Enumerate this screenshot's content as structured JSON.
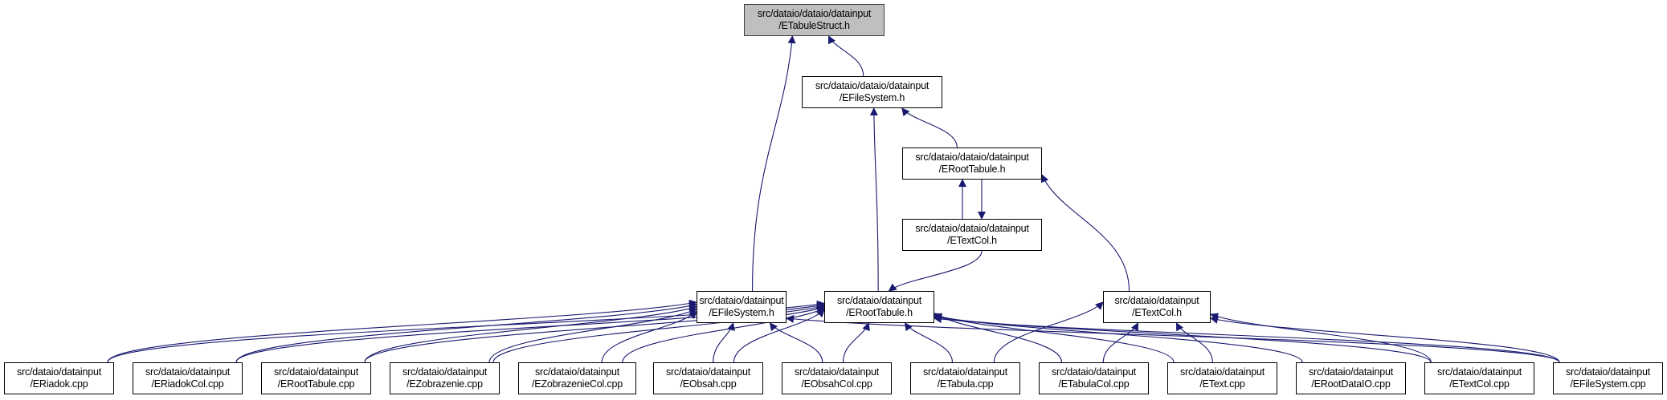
{
  "graph": {
    "title": "Include dependency graph",
    "edge_color": "#191970",
    "root_fill": "#bfbfbf",
    "nodes": [
      {
        "id": "n0",
        "line1": "src/dataio/dataio/datainput",
        "line2": "/ETabuleStruct.h",
        "root": true
      },
      {
        "id": "n1",
        "line1": "src/dataio/dataio/datainput",
        "line2": "/EFileSystem.h"
      },
      {
        "id": "n2",
        "line1": "src/dataio/dataio/datainput",
        "line2": "/ERootTabule.h"
      },
      {
        "id": "n3",
        "line1": "src/dataio/dataio/datainput",
        "line2": "/ETextCol.h"
      },
      {
        "id": "n4",
        "line1": "src/dataio/datainput",
        "line2": "/EFileSystem.h"
      },
      {
        "id": "n5",
        "line1": "src/dataio/datainput",
        "line2": "/ERootTabule.h"
      },
      {
        "id": "n6",
        "line1": "src/dataio/datainput",
        "line2": "/ETextCol.h"
      },
      {
        "id": "b0",
        "line1": "src/dataio/datainput",
        "line2": "/ERiadok.cpp"
      },
      {
        "id": "b1",
        "line1": "src/dataio/datainput",
        "line2": "/ERiadokCol.cpp"
      },
      {
        "id": "b2",
        "line1": "src/dataio/datainput",
        "line2": "/ERootTabule.cpp"
      },
      {
        "id": "b3",
        "line1": "src/dataio/datainput",
        "line2": "/EZobrazenie.cpp"
      },
      {
        "id": "b4",
        "line1": "src/dataio/datainput",
        "line2": "/EZobrazenieCol.cpp"
      },
      {
        "id": "b5",
        "line1": "src/dataio/datainput",
        "line2": "/EObsah.cpp"
      },
      {
        "id": "b6",
        "line1": "src/dataio/datainput",
        "line2": "/EObsahCol.cpp"
      },
      {
        "id": "b7",
        "line1": "src/dataio/datainput",
        "line2": "/ETabula.cpp"
      },
      {
        "id": "b8",
        "line1": "src/dataio/datainput",
        "line2": "/ETabulaCol.cpp"
      },
      {
        "id": "b9",
        "line1": "src/dataio/datainput",
        "line2": "/EText.cpp"
      },
      {
        "id": "b10",
        "line1": "src/dataio/datainput",
        "line2": "/ERootDataIO.cpp"
      },
      {
        "id": "b11",
        "line1": "src/dataio/datainput",
        "line2": "/ETextCol.cpp"
      },
      {
        "id": "b12",
        "line1": "src/dataio/datainput",
        "line2": "/EFileSystem.cpp"
      }
    ],
    "edges": [
      {
        "from": "n1",
        "to": "n0"
      },
      {
        "from": "n4",
        "to": "n0"
      },
      {
        "from": "n2",
        "to": "n1"
      },
      {
        "from": "n5",
        "to": "n1"
      },
      {
        "from": "n3",
        "to": "n2"
      },
      {
        "from": "n2",
        "to": "n3"
      },
      {
        "from": "n6",
        "to": "n2"
      },
      {
        "from": "n3",
        "to": "n5"
      },
      {
        "from": "b0",
        "to": "n4"
      },
      {
        "from": "b1",
        "to": "n4"
      },
      {
        "from": "b2",
        "to": "n4"
      },
      {
        "from": "b3",
        "to": "n4"
      },
      {
        "from": "b4",
        "to": "n4"
      },
      {
        "from": "b5",
        "to": "n4"
      },
      {
        "from": "b6",
        "to": "n4"
      },
      {
        "from": "b12",
        "to": "n4"
      },
      {
        "from": "b0",
        "to": "n5"
      },
      {
        "from": "b1",
        "to": "n5"
      },
      {
        "from": "b2",
        "to": "n5"
      },
      {
        "from": "b3",
        "to": "n5"
      },
      {
        "from": "b4",
        "to": "n5"
      },
      {
        "from": "b5",
        "to": "n5"
      },
      {
        "from": "b6",
        "to": "n5"
      },
      {
        "from": "b7",
        "to": "n5"
      },
      {
        "from": "b8",
        "to": "n5"
      },
      {
        "from": "b9",
        "to": "n5"
      },
      {
        "from": "b10",
        "to": "n5"
      },
      {
        "from": "b11",
        "to": "n5"
      },
      {
        "from": "b12",
        "to": "n5"
      },
      {
        "from": "b7",
        "to": "n6"
      },
      {
        "from": "b8",
        "to": "n6"
      },
      {
        "from": "b9",
        "to": "n6"
      },
      {
        "from": "b11",
        "to": "n6"
      },
      {
        "from": "b12",
        "to": "n6"
      }
    ]
  }
}
